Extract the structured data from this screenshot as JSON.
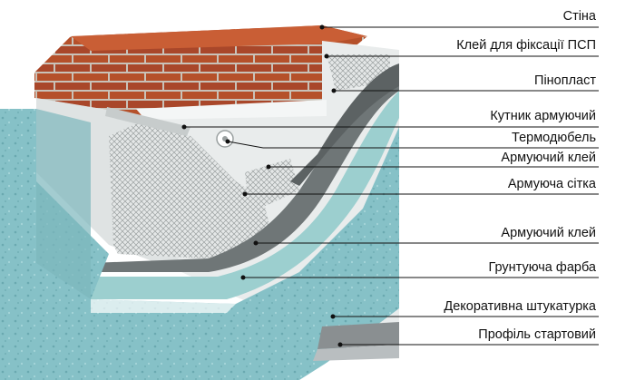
{
  "labels": [
    "Стіна",
    "Клей для фіксації ПСП",
    "Пінопласт",
    "Кутник армуючий",
    "Термодюбель",
    "Армуючий клей",
    "Армуюча сітка",
    "Армуючий клей",
    "Грунтуюча фарба",
    "Декоративна штукатурка",
    "Профіль стартовий"
  ],
  "colors": {
    "brick": "#b5502a",
    "mortar": "#c9c2b8",
    "insulation": "#e9ecec",
    "mesh": "#cfd3d3",
    "adhesive": "#6f7677",
    "primer": "#9ccfcf",
    "plaster": "#7fbcc2",
    "profile": "#8a8f91"
  }
}
